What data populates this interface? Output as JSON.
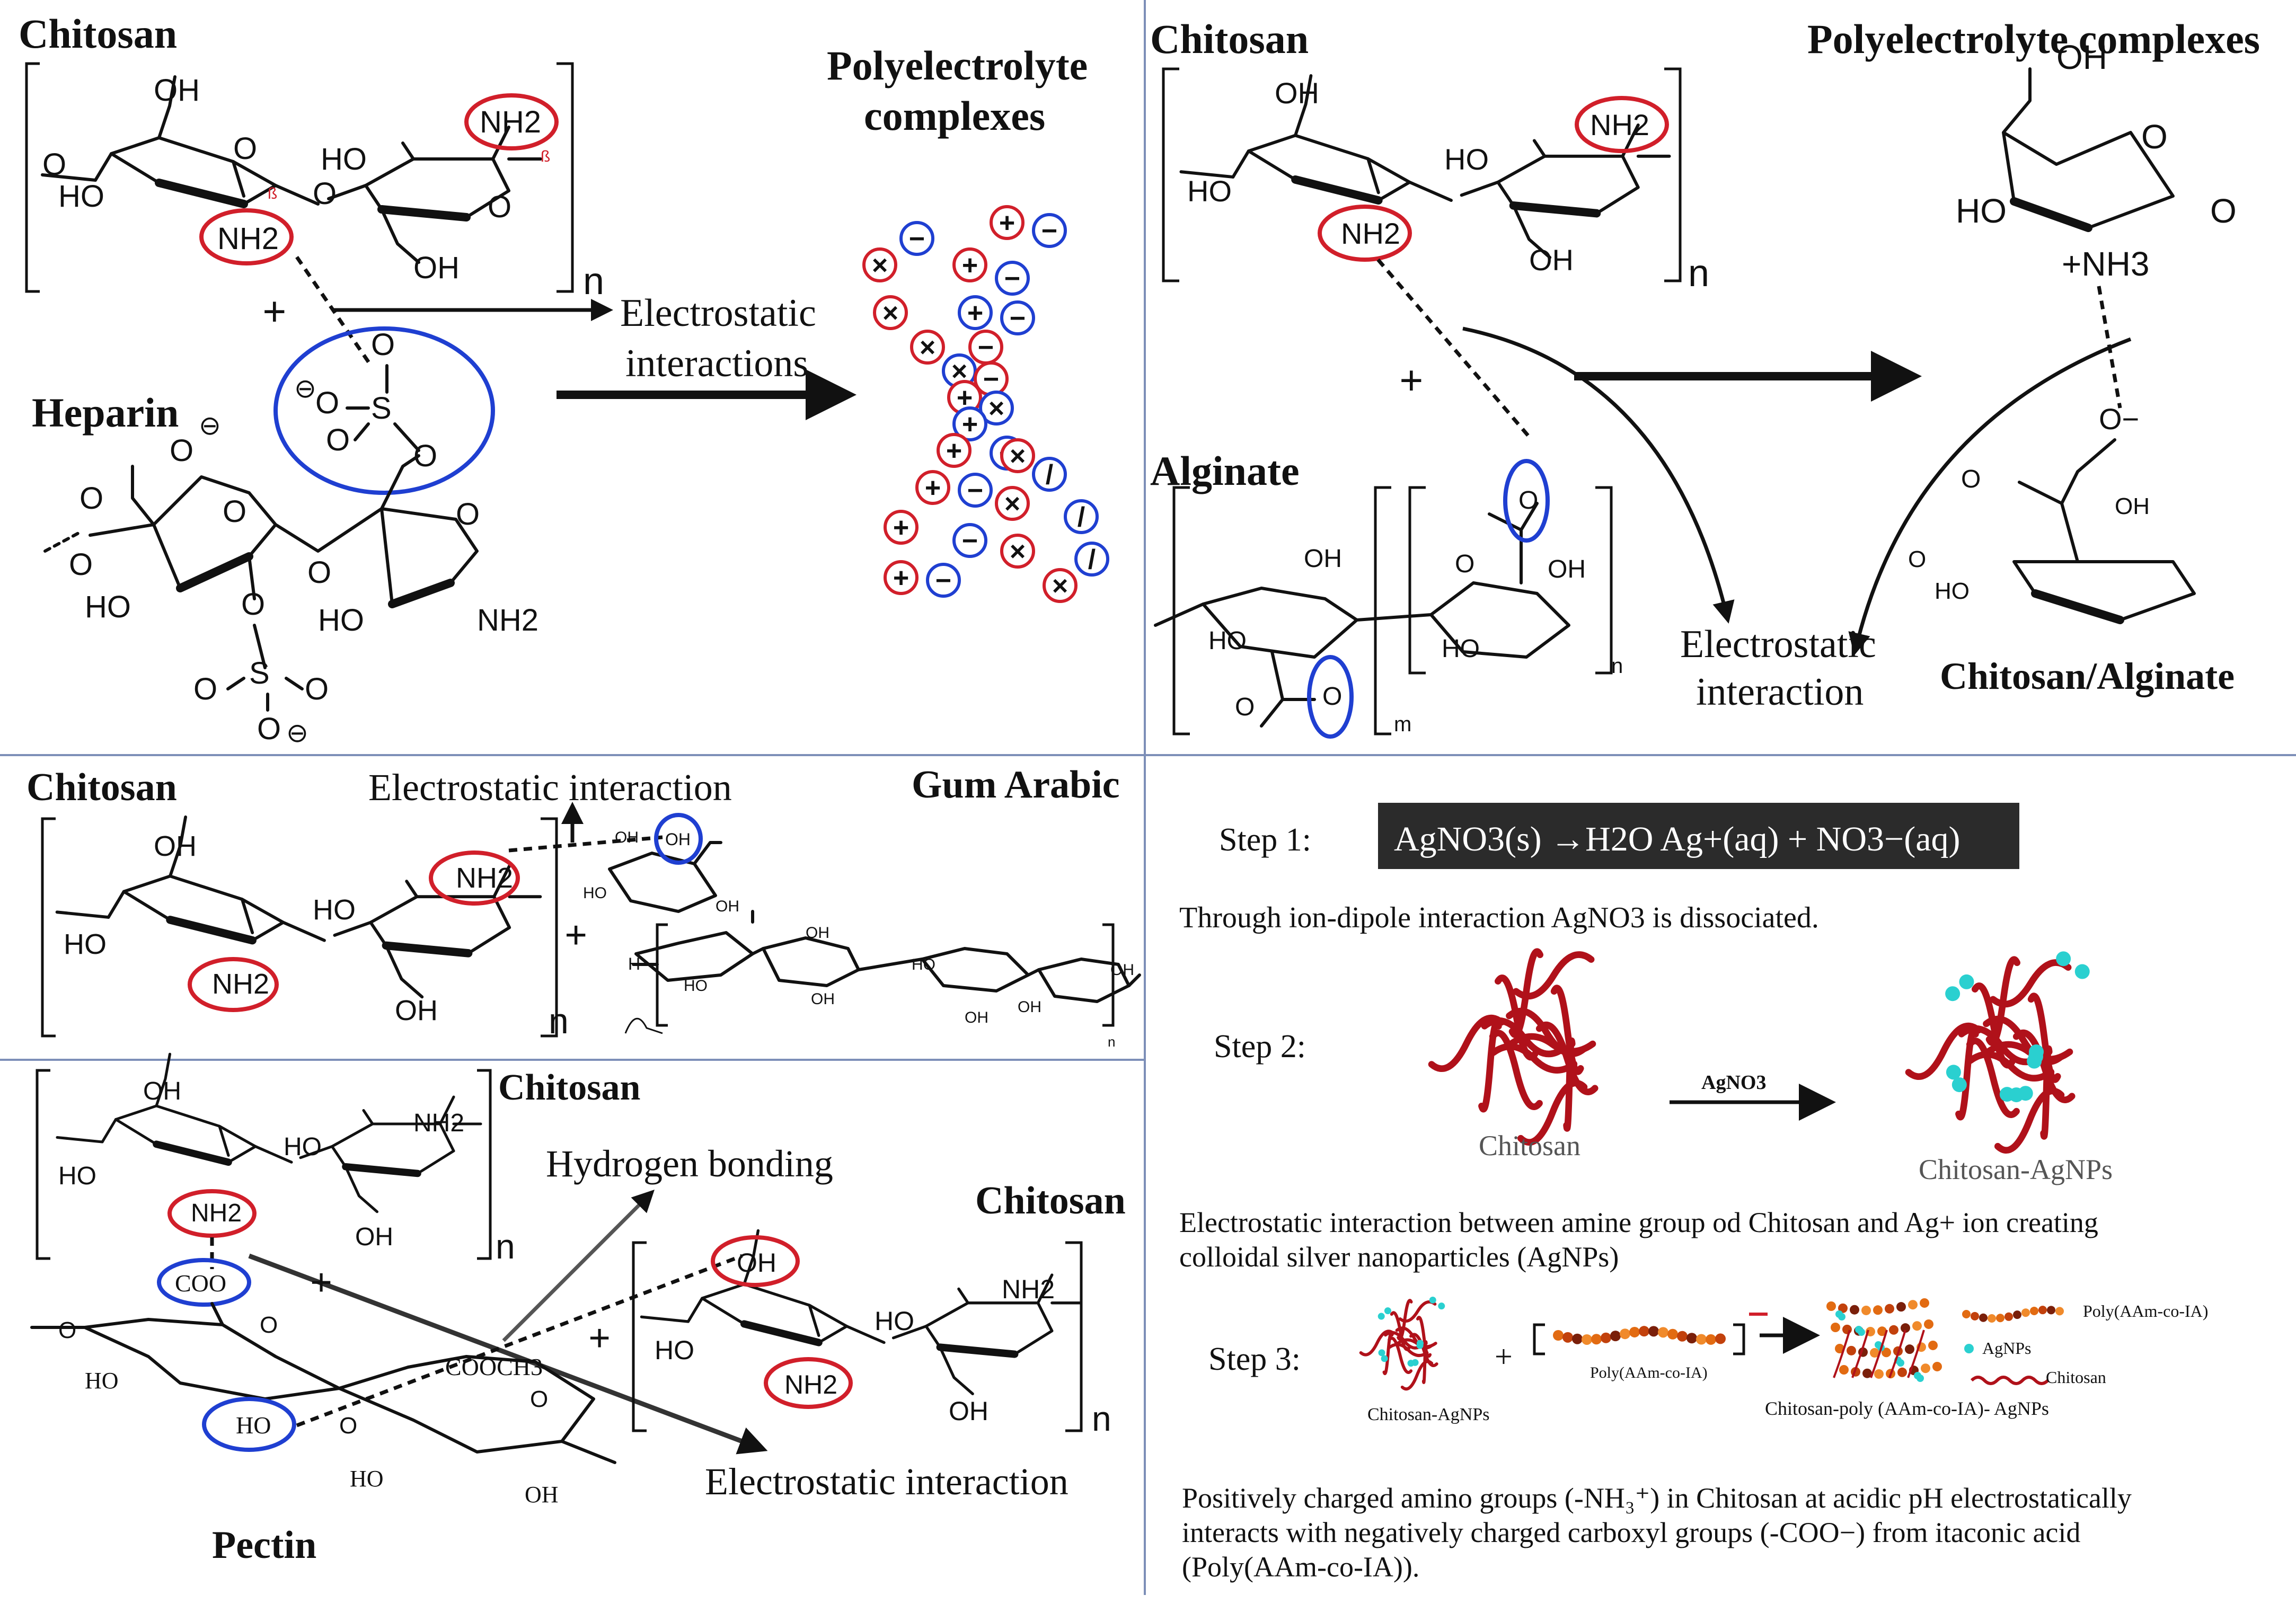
{
  "panel1": {
    "chitosan": "Chitosan",
    "heparin": "Heparin",
    "pec_line1": "Polyelectrolyte",
    "pec_line2": "complexes",
    "interaction_line1": "Electrostatic",
    "interaction_line2": "interactions",
    "plus": "+",
    "n": "n",
    "oh": "OH",
    "ho": "HO",
    "o": "O",
    "nh2": "NH2",
    "beta": "ß",
    "s": "S",
    "minus_circle": "⊖"
  },
  "panel2": {
    "chitosan": "Chitosan",
    "alginate": "Alginate",
    "pec": "Polyelectrolyte complexes",
    "interaction_line1": "Electrostatic",
    "interaction_line2": "interaction",
    "product": "Chitosan/Alginate",
    "nh3": "+NH3",
    "o_minus": "O−",
    "m": "m",
    "n": "n"
  },
  "panel3": {
    "chitosan": "Chitosan",
    "gum_arabic": "Gum Arabic",
    "interaction": "Electrostatic interaction",
    "h": "H",
    "n": "n"
  },
  "panel4": {
    "chitosan_top": "Chitosan",
    "chitosan_right": "Chitosan",
    "pectin": "Pectin",
    "hydrogen": "Hydrogen bonding",
    "electrostatic": "Electrostatic interaction",
    "coo": "COO",
    "cooch3": "COOCH3",
    "ho": "HO",
    "oh": "OH"
  },
  "panel5": {
    "step1": "Step 1:",
    "equation": "AgNO3(s) →H2O Ag+(aq) + NO3−(aq)",
    "step1_text": "Through ion-dipole interaction AgNO3 is dissociated.",
    "step2": "Step 2:",
    "chitosan": "Chitosan",
    "agno3": "AgNO3",
    "chitosan_agnps": "Chitosan-AgNPs",
    "step2_text_line1": "Electrostatic  interaction  between  amine  group  od  Chitosan  and  Ag+  ion  creating",
    "step2_text_line2": "colloidal silver nanoparticles (AgNPs)",
    "step3": "Step 3:",
    "poly": "Poly(AAm-co-IA)",
    "chitosan_agnps_small": "Chitosan-AgNPs",
    "product": "Chitosan-poly (AAm-co-IA)- AgNPs",
    "legend_poly": "Poly(AAm-co-IA)",
    "legend_agnps": "AgNPs",
    "legend_chitosan": "Chitosan",
    "step3_line1": "Positively charged amino groups (-NH₃⁺) in Chitosan at acidic pH electrostatically",
    "step3_line2": "interacts with negatively charged carboxyl groups (-COO−) from itaconic acid",
    "step3_line3": "(Poly(AAm-co-IA))."
  },
  "colors": {
    "red_circle": "#d11f2a",
    "blue_circle": "#1f3fd1",
    "chitosan_red": "#b0111a",
    "agnp_cyan": "#2ad0d0",
    "poly_orange": "#e26b12",
    "divider": "#7d8fb8"
  },
  "icons": [
    "plus-charge-icon",
    "minus-charge-icon",
    "cross-charge-icon",
    "arrow-icon"
  ]
}
